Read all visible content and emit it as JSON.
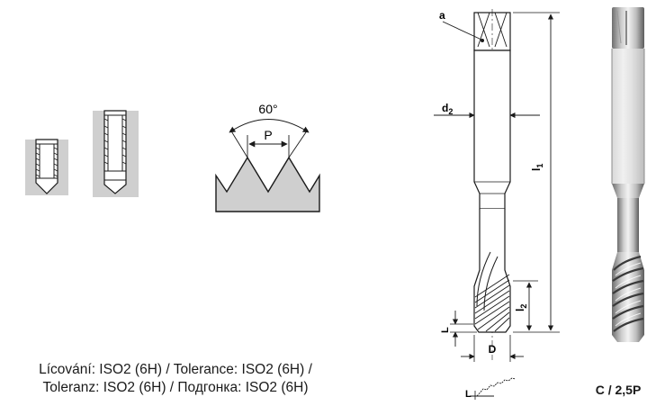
{
  "thread_profile": {
    "angle_label": "60°",
    "pitch_label": "P"
  },
  "tap_drawing": {
    "label_a": "a",
    "label_d2": "d",
    "label_d2_sub": "2",
    "label_l1": "l",
    "label_l1_sub": "1",
    "label_l2": "l",
    "label_l2_sub": "2",
    "label_L": "L",
    "label_D": "D",
    "chamfer_label": "L"
  },
  "caption": {
    "line1": "Lícování: ISO2 (6H)  / Tolerance: ISO2 (6H) /",
    "line2": "Toleranz: ISO2 (6H) / Подгонка: ISO2 (6H)"
  },
  "product": {
    "chamfer_code": "C / 2,5P"
  },
  "colors": {
    "hatch_gray": "#cfcfcf",
    "line": "#1a1a1a",
    "metal_light": "#e8e8e8",
    "metal_dark": "#6e6e6e"
  }
}
